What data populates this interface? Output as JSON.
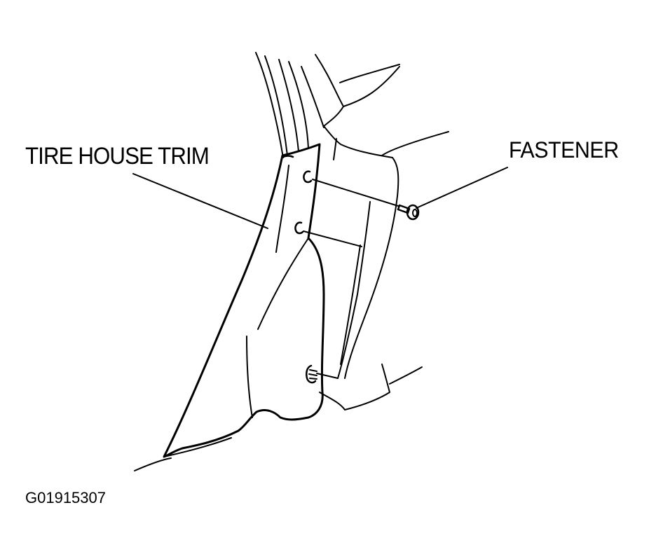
{
  "diagram": {
    "labels": {
      "tire_house_trim": "TIRE HOUSE TRIM",
      "fastener": "FASTENER"
    },
    "figure_id": "G01915307"
  },
  "colors": {
    "line": "#000000",
    "background": "#ffffff"
  }
}
